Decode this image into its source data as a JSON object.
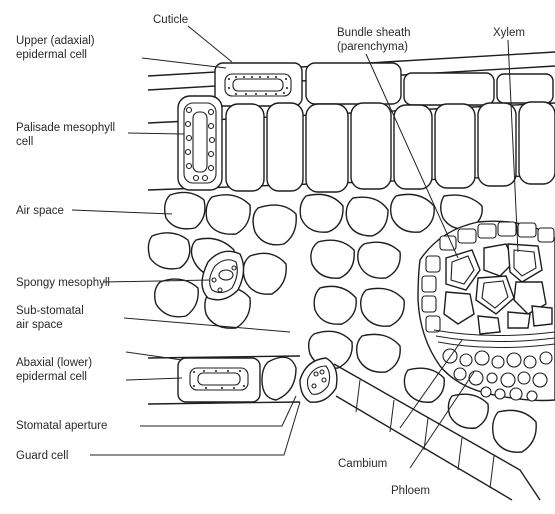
{
  "labels": {
    "cuticle": "Cuticle",
    "upper_epidermal_1": "Upper (adaxial)",
    "upper_epidermal_2": "epidermal cell",
    "palisade_1": "Palisade mesophyll",
    "palisade_2": "cell",
    "air_space": "Air space",
    "spongy": "Spongy mesophyll",
    "substomatal_1": "Sub-stomatal",
    "substomatal_2": "air space",
    "abaxial_1": "Abaxial (lower)",
    "abaxial_2": "epidermal cell",
    "stomatal_aperture": "Stomatal aperture",
    "guard_cell": "Guard cell",
    "bundle_sheath_1": "Bundle sheath",
    "bundle_sheath_2": "(parenchyma)",
    "xylem": "Xylem",
    "cambium": "Cambium",
    "phloem": "Phloem"
  }
}
